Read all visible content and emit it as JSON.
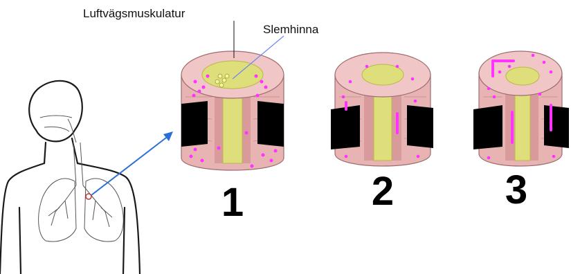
{
  "labels": {
    "muscle": "Luftvägsmuskulatur",
    "mucosa": "Slemhinna"
  },
  "stages": [
    "1",
    "2",
    "3"
  ],
  "colors": {
    "wall": "#e8b3b3",
    "wall_shadow": "#d99a9c",
    "lumen": "#dede7a",
    "lumen_dark": "#c9c94f",
    "band": "#000000",
    "inflammation": "#ff33ff",
    "arrow": "#2a6fd6",
    "pointer": "#6f86f0"
  }
}
